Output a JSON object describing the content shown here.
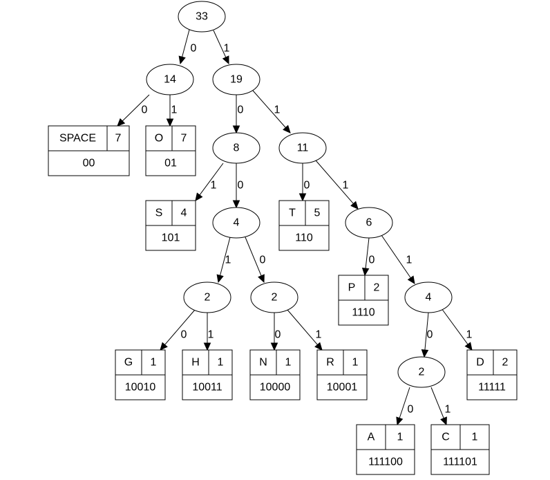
{
  "tree": {
    "internal_nodes": [
      {
        "id": "n33",
        "value": "33"
      },
      {
        "id": "n14",
        "value": "14"
      },
      {
        "id": "n19",
        "value": "19"
      },
      {
        "id": "n8",
        "value": "8"
      },
      {
        "id": "n11",
        "value": "11"
      },
      {
        "id": "n4a",
        "value": "4"
      },
      {
        "id": "n6",
        "value": "6"
      },
      {
        "id": "n2g",
        "value": "2"
      },
      {
        "id": "n2n",
        "value": "2"
      },
      {
        "id": "n4b",
        "value": "4"
      },
      {
        "id": "n2a",
        "value": "2"
      }
    ],
    "leaves": [
      {
        "id": "lspace",
        "symbol": "SPACE",
        "freq": "7",
        "code": "00"
      },
      {
        "id": "lo",
        "symbol": "O",
        "freq": "7",
        "code": "01"
      },
      {
        "id": "ls",
        "symbol": "S",
        "freq": "4",
        "code": "101"
      },
      {
        "id": "lt",
        "symbol": "T",
        "freq": "5",
        "code": "110"
      },
      {
        "id": "lp",
        "symbol": "P",
        "freq": "2",
        "code": "1110"
      },
      {
        "id": "lg",
        "symbol": "G",
        "freq": "1",
        "code": "10010"
      },
      {
        "id": "lh",
        "symbol": "H",
        "freq": "1",
        "code": "10011"
      },
      {
        "id": "ln",
        "symbol": "N",
        "freq": "1",
        "code": "10000"
      },
      {
        "id": "lr",
        "symbol": "R",
        "freq": "1",
        "code": "10001"
      },
      {
        "id": "ld",
        "symbol": "D",
        "freq": "2",
        "code": "11111"
      },
      {
        "id": "la",
        "symbol": "A",
        "freq": "1",
        "code": "111100"
      },
      {
        "id": "lc",
        "symbol": "C",
        "freq": "1",
        "code": "111101"
      }
    ],
    "edges": [
      {
        "from": "n33",
        "to": "n14",
        "label": "0"
      },
      {
        "from": "n33",
        "to": "n19",
        "label": "1"
      },
      {
        "from": "n14",
        "to": "lspace",
        "label": "0"
      },
      {
        "from": "n14",
        "to": "lo",
        "label": "1"
      },
      {
        "from": "n19",
        "to": "n8",
        "label": "0"
      },
      {
        "from": "n19",
        "to": "n11",
        "label": "1"
      },
      {
        "from": "n8",
        "to": "ls",
        "label": "1"
      },
      {
        "from": "n8",
        "to": "n4a",
        "label": "0"
      },
      {
        "from": "n11",
        "to": "lt",
        "label": "0"
      },
      {
        "from": "n11",
        "to": "n6",
        "label": "1"
      },
      {
        "from": "n4a",
        "to": "n2g",
        "label": "1"
      },
      {
        "from": "n4a",
        "to": "n2n",
        "label": "0"
      },
      {
        "from": "n6",
        "to": "lp",
        "label": "0"
      },
      {
        "from": "n6",
        "to": "n4b",
        "label": "1"
      },
      {
        "from": "n2g",
        "to": "lg",
        "label": "0"
      },
      {
        "from": "n2g",
        "to": "lh",
        "label": "1"
      },
      {
        "from": "n2n",
        "to": "ln",
        "label": "0"
      },
      {
        "from": "n2n",
        "to": "lr",
        "label": "1"
      },
      {
        "from": "n4b",
        "to": "n2a",
        "label": "0"
      },
      {
        "from": "n4b",
        "to": "ld",
        "label": "1"
      },
      {
        "from": "n2a",
        "to": "la",
        "label": "0"
      },
      {
        "from": "n2a",
        "to": "lc",
        "label": "1"
      }
    ]
  }
}
